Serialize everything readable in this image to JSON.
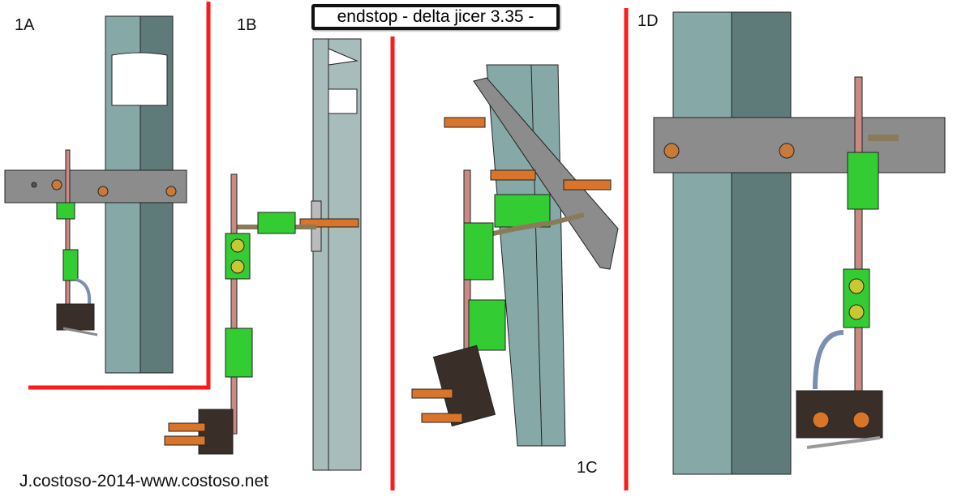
{
  "title": "endstop - delta jicer 3.35 -",
  "panels": {
    "a": "1A",
    "b": "1B",
    "c": "1C",
    "d": "1D"
  },
  "credit": "J.costoso-2014-www.costoso.net",
  "colors": {
    "separator": "#ff1a1a",
    "column_light": "#86a9a8",
    "column_dark": "#5e7b79",
    "bar": "#8c8c8c",
    "terminal": "#33cc33",
    "rod": "#c98a84",
    "pin": "#d9752a",
    "switch": "#3a2f28"
  }
}
